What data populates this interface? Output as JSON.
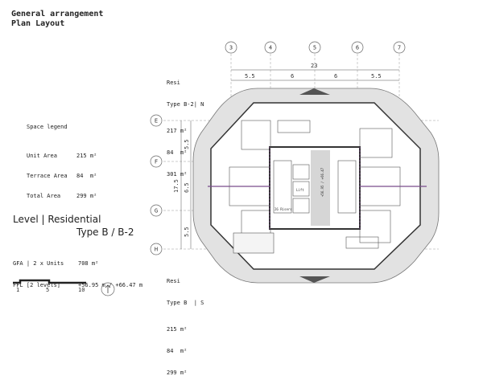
{
  "title": {
    "line1": "General arrangement",
    "line2": "Plan Layout"
  },
  "legend": {
    "heading": "Space legend",
    "rows": [
      {
        "label": "Unit Area",
        "value": "215 m²"
      },
      {
        "label": "Terrace Area",
        "value": "84  m²"
      },
      {
        "label": "Total Area",
        "value": "299 m²"
      }
    ]
  },
  "level": {
    "line1": "Level | Residential",
    "line2": "Type B / B-2"
  },
  "stats": {
    "gfa_label": "GFA | 2 x Units",
    "gfa_value": "708 m²",
    "ffl_label": "FFL [2 levels]",
    "ffl_value": "+56.95 m / +66.47 m"
  },
  "scale": {
    "ticks": [
      "1",
      "5",
      "10"
    ]
  },
  "units": {
    "north": {
      "name": "Resi",
      "type": "Type B-2| N",
      "unit": "217 m²",
      "terrace": "84  m²",
      "total": "301 m²"
    },
    "south": {
      "name": "Resi",
      "type": "Type B  | S",
      "unit": "215 m²",
      "terrace": "84  m²",
      "total": "299 m²"
    }
  },
  "grid": {
    "columns": [
      "3",
      "4",
      "5",
      "6",
      "7"
    ],
    "rows": [
      "E",
      "F",
      "G",
      "H"
    ]
  },
  "dimensions": {
    "overall": "23",
    "spans": [
      "5.5",
      "6",
      "6",
      "5.5"
    ],
    "vertical_overall": "17.5",
    "vertical_spans": [
      "5.5",
      "6.5",
      "5.5"
    ]
  },
  "core": {
    "level_mark": "+56.95 / +66.47",
    "lift": "Lift",
    "stairs": "26 Risers"
  },
  "colors": {
    "accent": "#7a4c8c",
    "wall": "#333333",
    "terrace": "#d9d9d9"
  }
}
